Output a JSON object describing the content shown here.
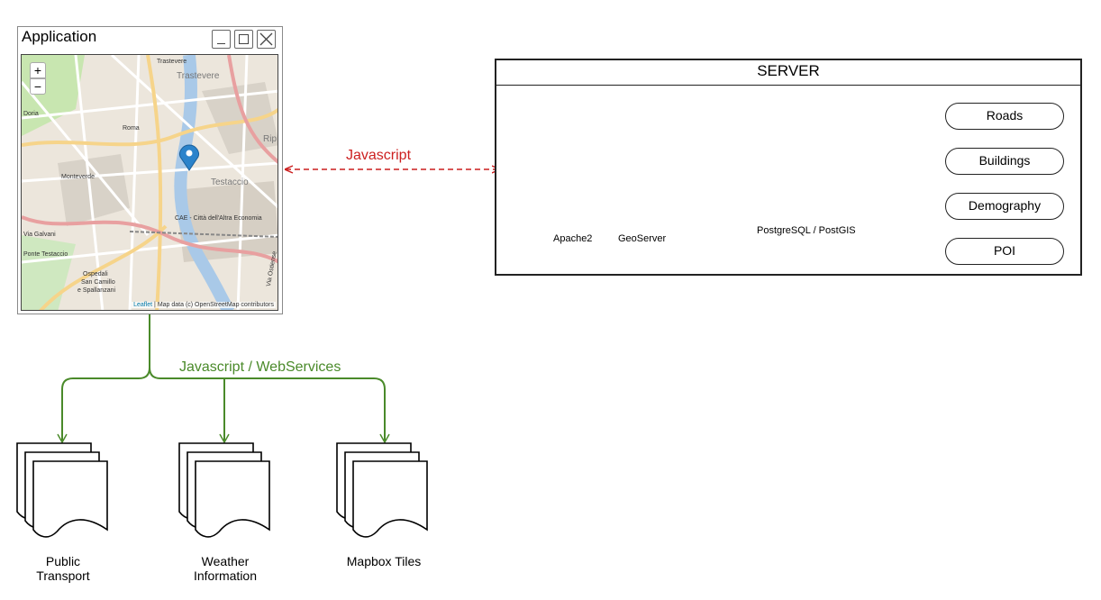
{
  "application": {
    "title": "Application",
    "zoom_in": "+",
    "zoom_out": "−",
    "attribution_link": "Leaflet",
    "attribution_text": " | Map data (c) OpenStreetMap contributors",
    "map_labels": [
      "Trastevere",
      "Trastevere",
      "Testaccio",
      "Monteverde",
      "Roma",
      "Rip",
      "Doria",
      "Ospedali",
      "San Camillo",
      "e Spallanzani",
      "CAE - Città dell'Altra Economia",
      "Via Galvani",
      "Via Ostiense",
      "Ponte Testaccio"
    ]
  },
  "server": {
    "title": "SERVER",
    "apache_label": "Apache2",
    "geoserver_label": "GeoServer",
    "db_label": "PostgreSQL / PostGIS",
    "data_sources": [
      "Roads",
      "Buildings",
      "Demography",
      "POI"
    ]
  },
  "connections": {
    "app_server": "Javascript",
    "app_services": "Javascript / WebServices"
  },
  "services": [
    {
      "line1": "Public",
      "line2": "Transport"
    },
    {
      "line1": "Weather",
      "line2": "Information"
    },
    {
      "line1": "Mapbox Tiles",
      "line2": ""
    }
  ],
  "colors": {
    "red_dashed": "#cc1f1f",
    "green": "#4a8a2a",
    "blue": "#2e68c8",
    "server_dark": "#3a3a3a",
    "db_stripe": "#1d4b7a"
  },
  "icons": {
    "server": "server-rack-icon",
    "database": "database-cylinder-icon",
    "document": "document-stack-icon",
    "marker": "map-marker-icon"
  }
}
